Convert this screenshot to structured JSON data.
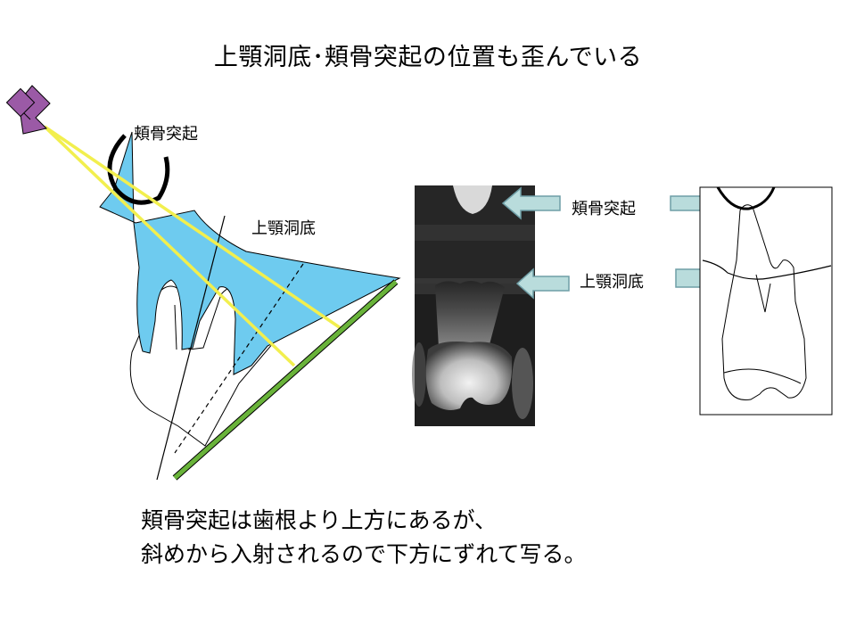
{
  "title": "上顎洞底･頬骨突起の位置も歪んでいる",
  "labels": {
    "zygomatic_left": "頬骨突起",
    "sinus_floor_left": "上顎洞底",
    "zygomatic_right": "頬骨突起",
    "sinus_floor_right": "上顎洞底"
  },
  "caption": {
    "line1": "頬骨突起は歯根より上方にあるが、",
    "line2": "斜めから入射されるので下方にずれて写る。"
  },
  "colors": {
    "xray_tube": "#9b5aa6",
    "bone_fill": "#6ecbef",
    "beam": "#f2ef4e",
    "film": "#69b33a",
    "arrow_fill": "#b9dcdc",
    "arrow_stroke": "#6f9ea6"
  }
}
